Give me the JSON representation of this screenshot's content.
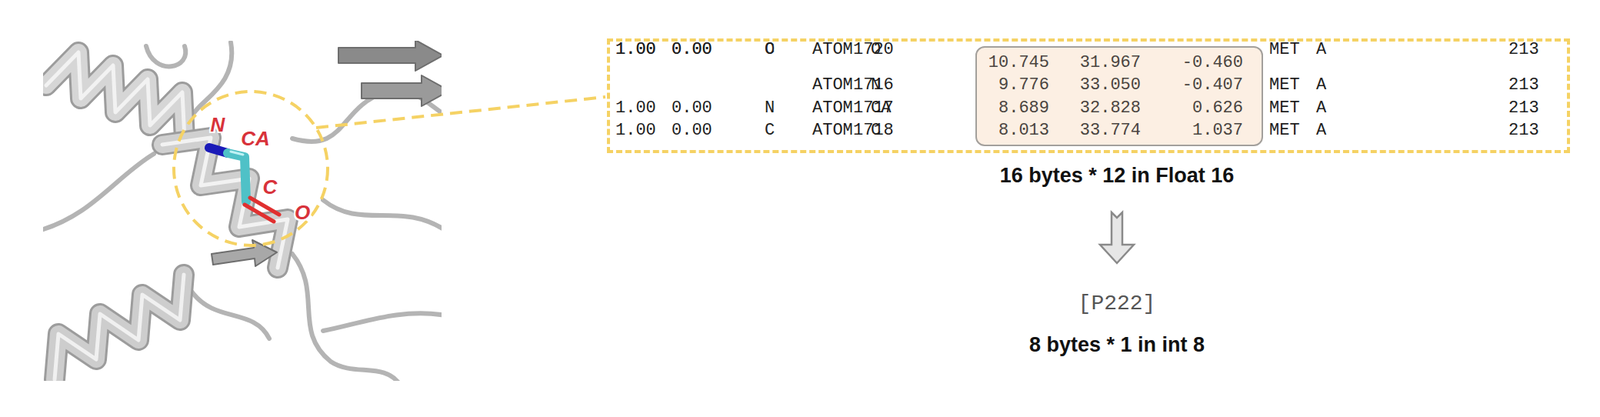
{
  "diagram": {
    "nodes": [
      {
        "text": [
          "ATOM",
          "1716",
          "N",
          "MET",
          "A",
          "213",
          "1.00",
          "0.00",
          "N",
          "ATOM",
          "1717",
          "CA",
          "MET",
          "A",
          "213",
          "1.00",
          "0.00",
          "C",
          "ATOM",
          "1718",
          "C",
          "MET",
          "A",
          "213",
          "1.00",
          "0.00",
          "C",
          "ATOM",
          "1720",
          "O",
          "MET",
          "A",
          "213",
          "1.00",
          "0.00",
          "O"
        ]
      },
      {
        "text": [
          "10.745",
          "31.967",
          "-0.460",
          "9.776",
          "33.050",
          "-0.407",
          "8.689",
          "32.828",
          "0.626",
          "8.013",
          "33.774",
          "1.037"
        ],
        "in": 0
      }
    ],
    "labels": [
      "N",
      "CA",
      "C",
      "O",
      "16 bytes * 12 in Float 16",
      "[P222]",
      "8 bytes * 1 in int 8"
    ]
  }
}
